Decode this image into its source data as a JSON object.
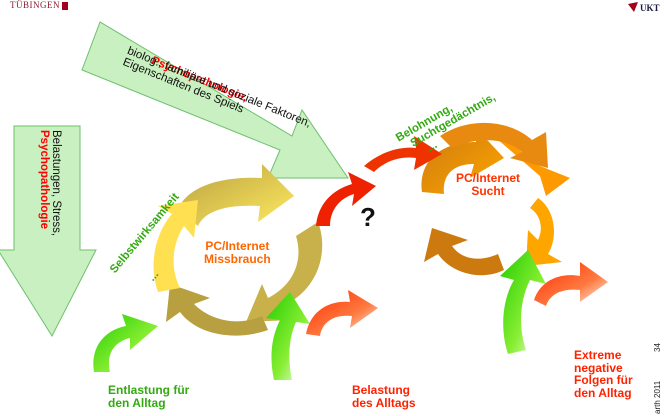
{
  "header": {
    "left_logo_text": "TÜBINGEN",
    "right_logo_text": "UKT"
  },
  "arrow_top": {
    "heading": "Psychopathologie,",
    "line2": "biolog., familiäre und soziale Faktoren,",
    "line3": "Eigenschaften des Spiels"
  },
  "arrow_left": {
    "line1": "Belastungen, Stress,",
    "line2": "Psychopathologie"
  },
  "cycle_left": {
    "title_line1": "PC/Internet",
    "title_line2": "Missbrauch",
    "side_label": "Selbstwirksamkeit",
    "side_dots": "..."
  },
  "cycle_right": {
    "title_line1": "PC/Internet",
    "title_line2": "Sucht",
    "top_label_line1": "Belohnung,",
    "top_label_line2": "Suchtgedächtnis,",
    "top_dots": "..."
  },
  "question_mark": "?",
  "outputs": {
    "relief_line1": "Entlastung für",
    "relief_line2": "den Alltag",
    "burden_line1": "Belastung",
    "burden_line2": "des Alltags",
    "extreme_line1": "Extreme",
    "extreme_line2": "negative",
    "extreme_line3": "Folgen für",
    "extreme_line4": "den Alltag"
  },
  "footer": {
    "slide_number": "34",
    "side_text": "arth 2011"
  },
  "colors": {
    "green_label": "#33aa11",
    "red_label": "#ff0000",
    "orange_label": "#ff6600",
    "arrow_fill": "#c8f0c0",
    "arrow_stroke": "#6fbf6f",
    "cycle_left_light": "#f0d860",
    "cycle_left_dark": "#b8a040",
    "cycle_right_light": "#ff9900",
    "cycle_right_dark": "#cc7a10"
  }
}
